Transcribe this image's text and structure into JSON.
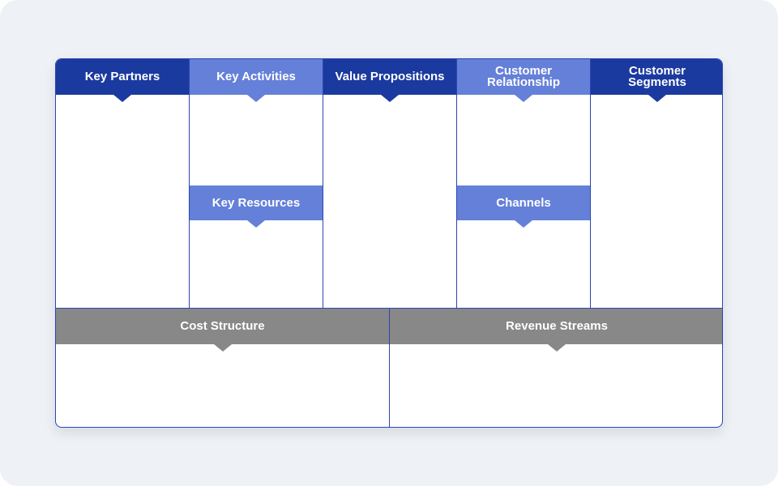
{
  "canvas": {
    "key_partners": "Key Partners",
    "key_activities": "Key Activities",
    "value_propositions": "Value Propositions",
    "customer_relationship": "Customer\nRelationship",
    "customer_segments": "Customer\nSegments",
    "key_resources": "Key Resources",
    "channels": "Channels",
    "cost_structure": "Cost Structure",
    "revenue_streams": "Revenue Streams"
  },
  "colors": {
    "dark_blue": "#1b3a9f",
    "light_blue": "#6580d8",
    "gray": "#888888",
    "border": "#2b46b0",
    "background": "#eef1f5"
  }
}
